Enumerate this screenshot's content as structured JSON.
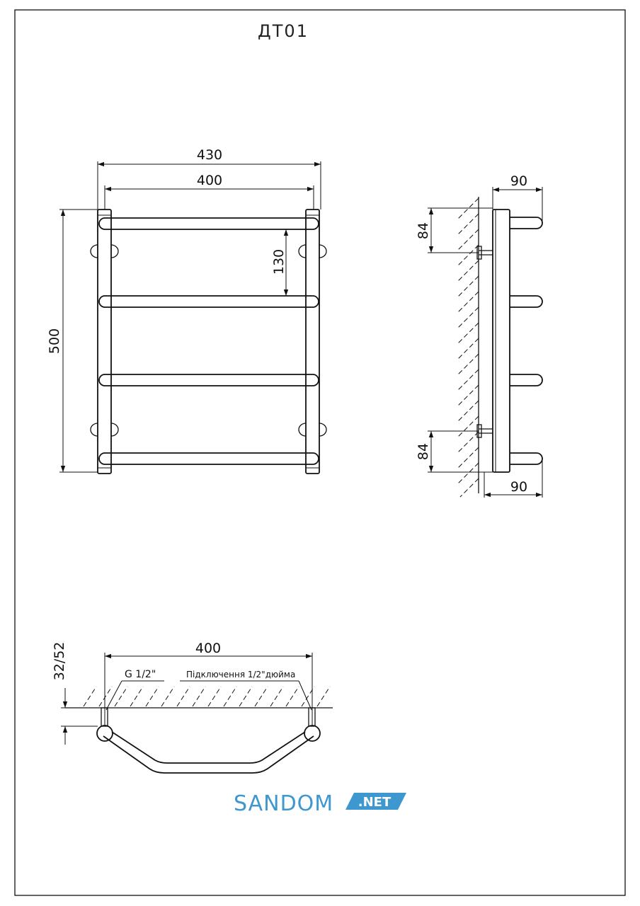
{
  "drawing": {
    "title": "ДТ01",
    "front_view": {
      "overall_width": "430",
      "inner_width": "400",
      "height": "500",
      "bar_spacing": "130",
      "bar_count": 4
    },
    "side_view": {
      "top_offset": "84",
      "bottom_offset": "84",
      "top_depth": "90",
      "bottom_depth": "90"
    },
    "bottom_view": {
      "width": "400",
      "wall_gap": "32/52",
      "thread_label": "G 1/2\"",
      "connection_label": "Підключення 1/2\"дюйма"
    }
  },
  "brand": {
    "name": "SANDOM",
    "suffix": ".NET",
    "color": "#3f97cf"
  }
}
